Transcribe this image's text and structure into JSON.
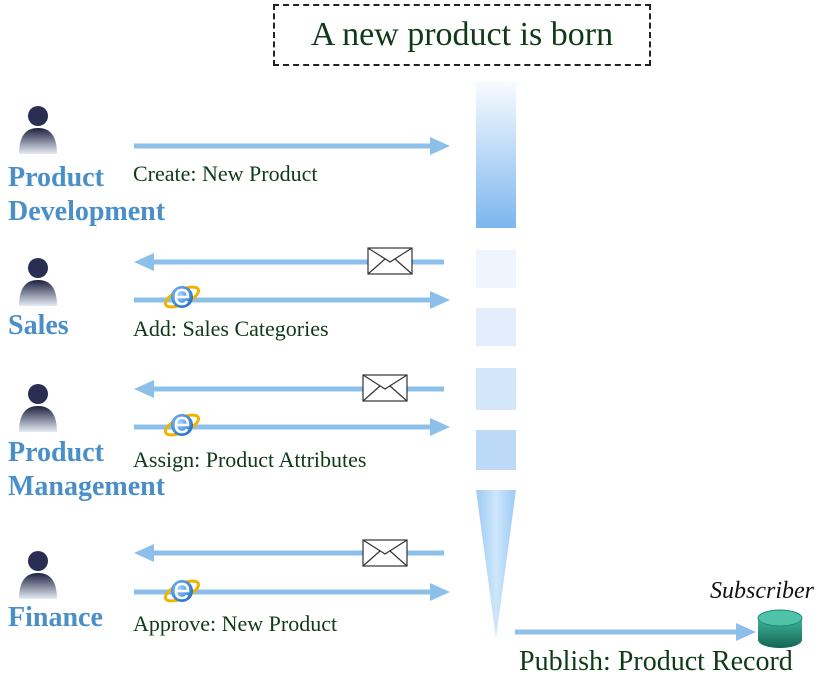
{
  "title": "A new product is born",
  "roles": [
    {
      "label_line1": "Product",
      "label_line2": "Development",
      "action": "Create: New Product"
    },
    {
      "label_line1": "Sales",
      "label_line2": "",
      "action": "Add: Sales Categories"
    },
    {
      "label_line1": "Product",
      "label_line2": "Management",
      "action": "Assign: Product Attributes"
    },
    {
      "label_line1": "Finance",
      "label_line2": "",
      "action": "Approve: New Product"
    }
  ],
  "publish": "Publish: Product Record",
  "subscriber": "Subscriber",
  "colors": {
    "role_text": "#4a8fc8",
    "action_text": "#0f3a17",
    "arrow": "#8cc0ea",
    "person": "#2a2e52",
    "database": "#1f8a78"
  },
  "icons": [
    "person-icon",
    "envelope-icon",
    "ie-browser-icon",
    "database-icon"
  ]
}
